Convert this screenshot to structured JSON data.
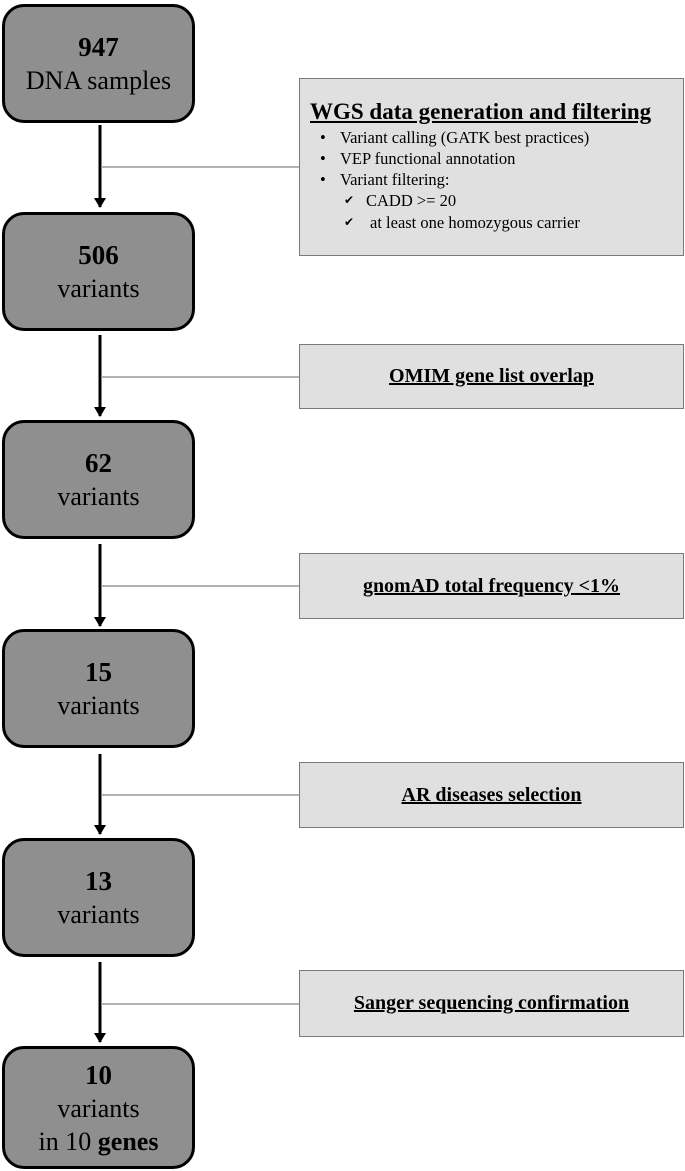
{
  "steps": [
    {
      "number": "947",
      "label": "DNA samples"
    },
    {
      "number": "506",
      "label": "variants"
    },
    {
      "number": "62",
      "label": "variants"
    },
    {
      "number": "15",
      "label": "variants"
    },
    {
      "number": "13",
      "label": "variants"
    },
    {
      "number": "10",
      "label": "variants",
      "label2_prefix": "in 10 ",
      "label2_bold": "genes"
    }
  ],
  "filters": {
    "wgs": {
      "title": "WGS data generation and filtering",
      "bullets": [
        "Variant calling (GATK best practices)",
        "VEP functional annotation",
        "Variant filtering:"
      ],
      "sub_bullets": [
        "CADD >= 20",
        "at least one homozygous carrier"
      ]
    },
    "omim": "OMIM gene list overlap",
    "gnomad": "gnomAD total frequency <1%",
    "ar": "AR diseases selection",
    "sanger": "Sanger sequencing confirmation"
  }
}
